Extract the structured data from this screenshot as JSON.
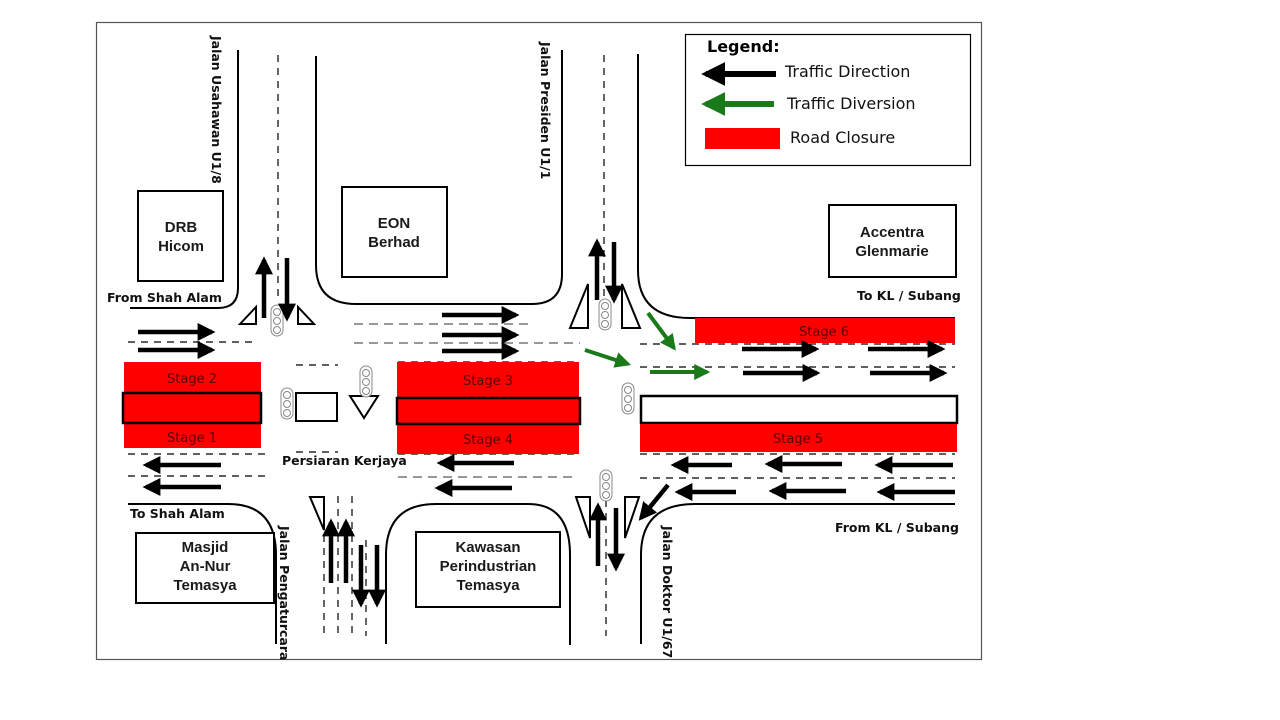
{
  "legend": {
    "title": "Legend:",
    "items": [
      {
        "label": "Traffic Direction",
        "color": "#000000",
        "kind": "arrow"
      },
      {
        "label": "Traffic Diversion",
        "color": "#1a7a1a",
        "kind": "arrow"
      },
      {
        "label": "Road Closure",
        "color": "#ff0000",
        "kind": "block"
      }
    ]
  },
  "buildings": [
    {
      "name": "drb-hicom",
      "lines": [
        "DRB",
        "Hicom"
      ]
    },
    {
      "name": "eon-berhad",
      "lines": [
        "EON",
        "Berhad"
      ]
    },
    {
      "name": "accentra-glenmarie",
      "lines": [
        "Accentra",
        "Glenmarie"
      ]
    },
    {
      "name": "masjid-an-nur-temasya",
      "lines": [
        "Masjid",
        "An-Nur",
        "Temasya"
      ]
    },
    {
      "name": "kawasan-perindustrian-temasya",
      "lines": [
        "Kawasan",
        "Perindustrian",
        "Temasya"
      ]
    }
  ],
  "roads": {
    "usahawan": "Jalan Usahawan U1/8",
    "presiden": "Jalan Presiden U1/1",
    "pengaturcara": "Jalan Pengaturcara",
    "doktor": "Jalan Doktor U1/67",
    "kerjaya": "Persiaran Kerjaya"
  },
  "directions": {
    "from_shah_alam": "From Shah Alam",
    "to_shah_alam": "To Shah Alam",
    "to_kl": "To KL / Subang",
    "from_kl": "From KL / Subang"
  },
  "stages": [
    "Stage 1",
    "Stage 2",
    "Stage 3",
    "Stage 4",
    "Stage 5",
    "Stage 6"
  ],
  "colors": {
    "closure": "#ff0000",
    "diversion": "#1a7a1a",
    "direction": "#000000"
  }
}
